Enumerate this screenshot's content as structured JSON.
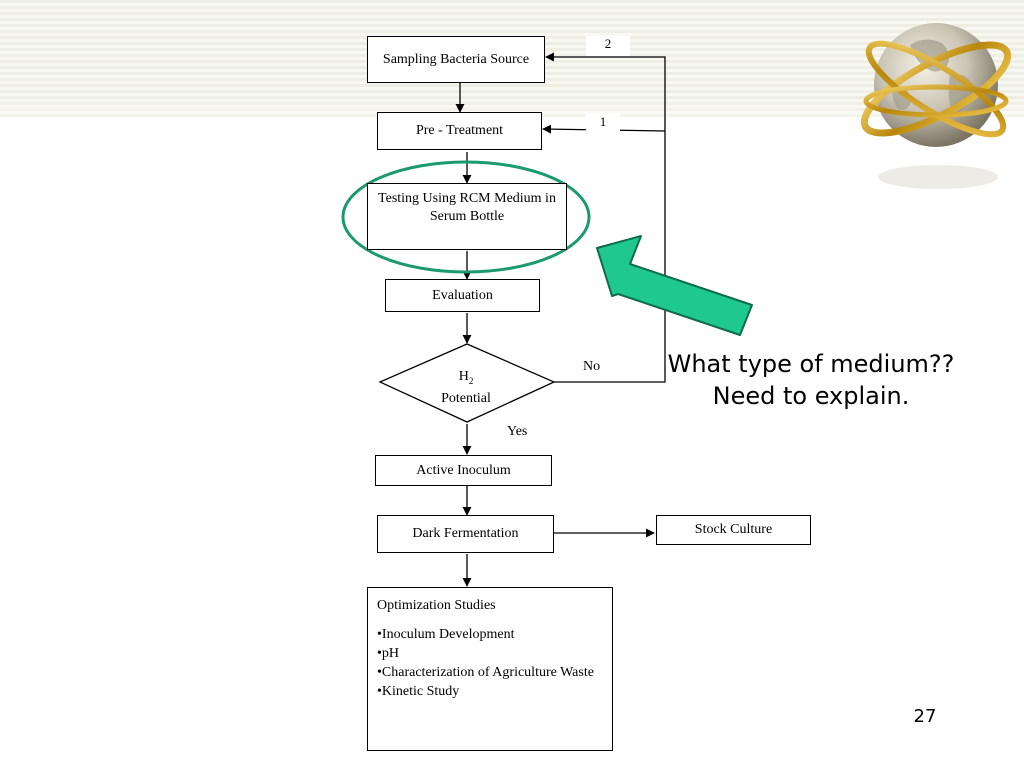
{
  "nodes": {
    "sampling": "Sampling Bacteria Source",
    "pretreatment": "Pre - Treatment",
    "testing": "Testing Using RCM Medium in Serum Bottle",
    "evaluation": "Evaluation",
    "decision_h": "H",
    "decision_sub": "2",
    "decision_rest": "Potential",
    "active_inoculum": "Active Inoculum",
    "dark_fermentation": "Dark Fermentation",
    "stock_culture": "Stock Culture"
  },
  "optimization": {
    "title": "Optimization Studies",
    "items": [
      "Inoculum Development",
      "pH",
      "Characterization of Agriculture Waste",
      "Kinetic Study"
    ]
  },
  "labels": {
    "no": "No",
    "yes": "Yes",
    "loop_2": "2",
    "loop_1": "1"
  },
  "annotation": {
    "line1": "What type of medium??",
    "line2": "Need to explain."
  },
  "page_number": "27",
  "colors": {
    "highlight_ellipse": "#1a9a6e",
    "arrow_fill": "#1ec88f",
    "arrow_stroke": "#0e6b4c"
  },
  "icons": [
    "globe-icon",
    "highlight-arrow-icon"
  ]
}
